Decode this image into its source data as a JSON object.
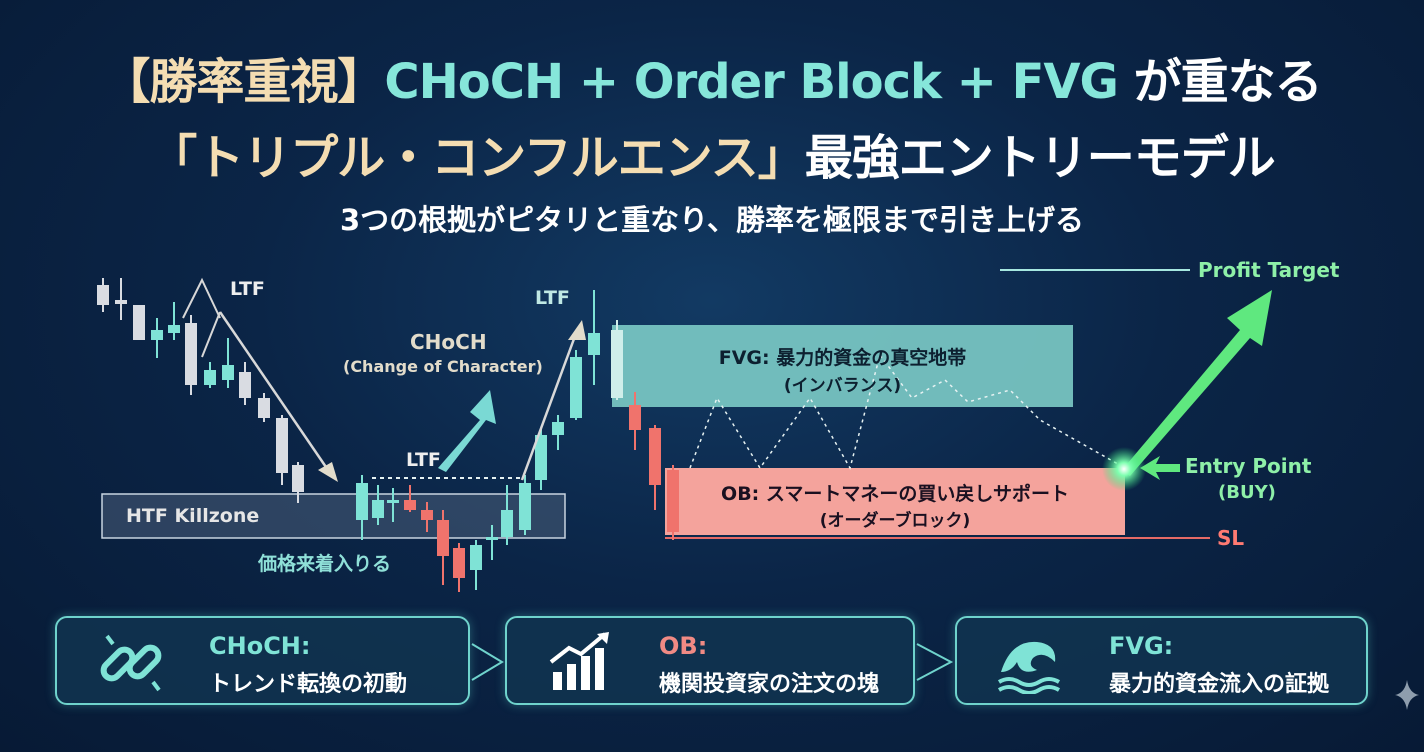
{
  "title": {
    "line1_bracket": "【勝率重視】",
    "line1_models": "CHoCH + Order Block + FVG",
    "line1_tail": "が重なる",
    "line2_quote": "「トリプル・コンフルエンス」",
    "line2_tail": "最強エントリーモデル"
  },
  "subtitle": "3つの根拠がピタリと重なり、勝率を極限まで引き上げる",
  "diagram": {
    "ltf_top": "LTF",
    "ltf_mid": "LTF",
    "ltf_right": "LTF",
    "choch_title": "CHoCH",
    "choch_sub": "(Change of Character)",
    "killzone": "HTF Killzone",
    "price_arrival": "価格来着入りる",
    "fvg_title": "FVG: 暴力的資金の真空地帯",
    "fvg_sub": "(インバランス)",
    "ob_title": "OB: スマートマネーの買い戻しサポート",
    "ob_sub": "(オーダーブロック)",
    "sl": "SL",
    "profit_target": "Profit Target",
    "entry_point": "Entry Point",
    "entry_side": "(BUY)"
  },
  "cards": [
    {
      "title": "CHoCH:",
      "desc": "トレンド転換の初動",
      "icon": "broken-link-icon",
      "color": "#7fe3d6"
    },
    {
      "title": "OB:",
      "desc": "機関投資家の注文の塊",
      "icon": "bar-chart-up-icon",
      "color": "#f08a84"
    },
    {
      "title": "FVG:",
      "desc": "暴力的資金流入の証拠",
      "icon": "wave-icon",
      "color": "#7fe3d6"
    }
  ],
  "colors": {
    "teal": "#7fe3d6",
    "cream": "#f4ddb2",
    "red": "#f08a84",
    "green": "#7ff09a"
  }
}
